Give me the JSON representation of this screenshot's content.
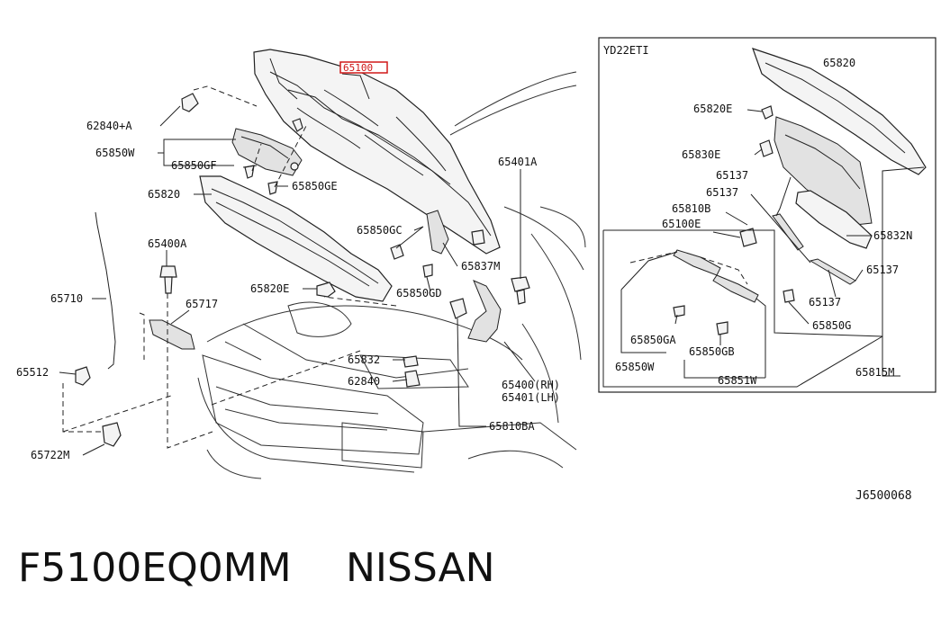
{
  "callouts": {
    "c62840A": "62840+A",
    "c65850W": "65850W",
    "c65850GF": "65850GF",
    "c65850GE": "65850GE",
    "c65820L": "65820",
    "c65400A": "65400A",
    "c65710": "65710",
    "c65717": "65717",
    "c65512": "65512",
    "c65722M": "65722M",
    "c65820EL": "65820E",
    "c65850GC": "65850GC",
    "c65837M": "65837M",
    "c65850GD": "65850GD",
    "c65401A": "65401A",
    "c65832L": "65832",
    "c62840": "62840",
    "c65400RH": "65400(RH)",
    "c65401LH": "65401(LH)",
    "c65810BA": "65810BA",
    "c65100": "65100"
  },
  "inset": {
    "title": "YD22ETI",
    "labels": {
      "i65820": "65820",
      "i65820E": "65820E",
      "i65830E": "65830E",
      "i65137a": "65137",
      "i65137b": "65137",
      "i65810B": "65810B",
      "i65100E": "65100E",
      "i65832N": "65832N",
      "i65137c": "65137",
      "i65137d": "65137",
      "i65850G": "65850G",
      "i65850GA": "65850GA",
      "i65850W": "65850W",
      "i65850GB": "65850GB",
      "i65851W": "65851W",
      "i65815M": "65815M"
    }
  },
  "figure_code": "J6500068",
  "footer": {
    "part_number": "F5100EQ0MM",
    "brand": "NISSAN"
  },
  "colors": {
    "highlight": "#d01818",
    "ink": "#222222"
  }
}
